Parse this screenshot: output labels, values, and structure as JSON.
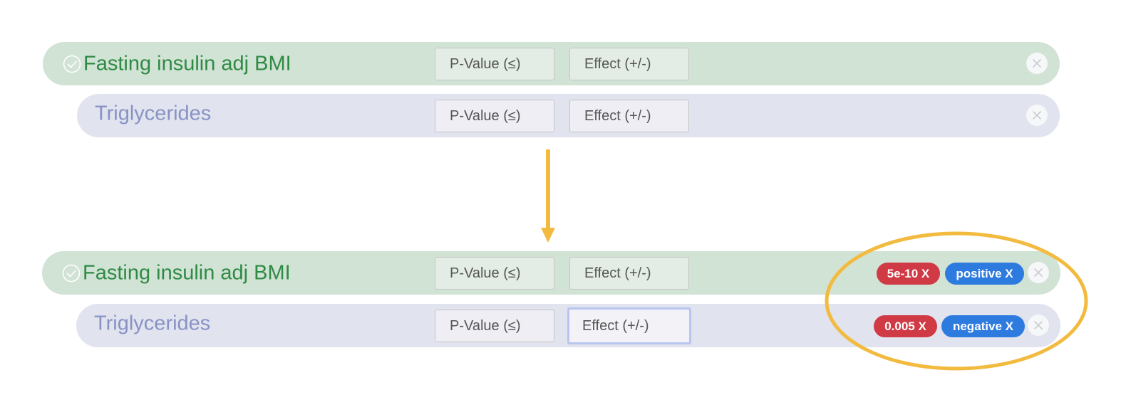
{
  "colors": {
    "primary_row_bg": "#d1e3d5",
    "secondary_row_bg": "#e1e3ef",
    "primary_text": "#2f8a44",
    "secondary_text": "#8893c4",
    "pvalue_tag": "#cf3a45",
    "effect_tag": "#2e7be0",
    "annotation": "#f2bb3f"
  },
  "before": {
    "primary": {
      "trait": "Fasting insulin adj BMI",
      "pvalue_placeholder": "P-Value (≤)",
      "effect_placeholder": "Effect (+/-)",
      "close_icon": "close-icon",
      "check_icon": "check-circle-icon"
    },
    "secondary": {
      "trait": "Triglycerides",
      "pvalue_placeholder": "P-Value (≤)",
      "effect_placeholder": "Effect (+/-)",
      "close_icon": "close-icon"
    }
  },
  "after": {
    "primary": {
      "trait": "Fasting insulin adj BMI",
      "pvalue_placeholder": "P-Value (≤)",
      "effect_placeholder": "Effect (+/-)",
      "pvalue_tag": "5e-10 X",
      "effect_tag": "positive X",
      "close_icon": "close-icon",
      "check_icon": "check-circle-icon"
    },
    "secondary": {
      "trait": "Triglycerides",
      "pvalue_placeholder": "P-Value (≤)",
      "effect_placeholder": "Effect (+/-)",
      "pvalue_tag": "0.005 X",
      "effect_tag": "negative X",
      "close_icon": "close-icon"
    }
  }
}
